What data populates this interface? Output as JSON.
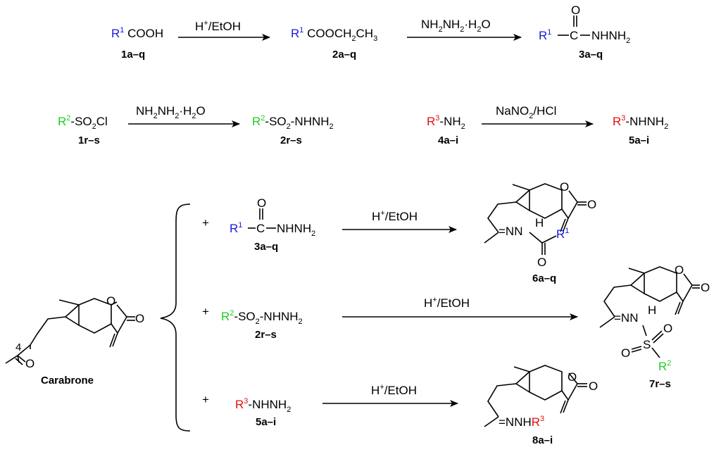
{
  "colors": {
    "r1": "#1a1adc",
    "r2": "#22cc22",
    "r3": "#e01010"
  },
  "row1": {
    "start": {
      "r": "R",
      "sup": "1",
      "text": " COOH",
      "label": "1a–q"
    },
    "arrow1": {
      "h": "H",
      "plus": "+",
      "text": "/EtOH"
    },
    "mid": {
      "r": "R",
      "sup": "1",
      "text": " COOCH",
      "sub": "2",
      "text2": "CH",
      "sub2": "3",
      "label": "2a–q"
    },
    "arrow2": {
      "a": "NH",
      "s1": "2",
      "b": "NH",
      "s2": "2",
      "c": "·H",
      "s3": "2",
      "d": "O"
    },
    "end": {
      "r": "R",
      "sup": "1",
      "o": "O",
      "c": "C",
      "tail": "NHNH",
      "sub": "2",
      "label": "3a–q"
    }
  },
  "row2": {
    "start": {
      "r": "R",
      "sup": "2",
      "text": "-SO",
      "sub": "2",
      "text2": "Cl",
      "label": "1r–s"
    },
    "arrow": {
      "a": "NH",
      "s1": "2",
      "b": "NH",
      "s2": "2",
      "c": "·H",
      "s3": "2",
      "d": "O"
    },
    "end": {
      "r": "R",
      "sup": "2",
      "text": "-SO",
      "sub": "2",
      "text2": "-NHNH",
      "sub2": "2",
      "label": "2r–s"
    },
    "start2": {
      "r": "R",
      "sup": "3",
      "text": "-NH",
      "sub": "2",
      "label": "4a–i"
    },
    "arrow2": {
      "a": "NaNO",
      "s1": "2",
      "b": "/HCl"
    },
    "end2": {
      "r": "R",
      "sup": "3",
      "text": "-NHNH",
      "sub": "2",
      "label": "5a–i"
    }
  },
  "carabrone": {
    "label": "Carabrone",
    "o1": "O",
    "o2": "O",
    "o3": "O",
    "num": "4"
  },
  "branches": {
    "plus": "+",
    "b1": {
      "r": "R",
      "sup": "1",
      "o": "O",
      "c": "C",
      "tail": "NHNH",
      "sub": "2",
      "label": "3a–q",
      "arrow": {
        "h": "H",
        "plus": "+",
        "text": "/EtOH"
      },
      "product": {
        "nn": "=NN",
        "h": "H",
        "o": "O",
        "r": "R",
        "sup": "1",
        "ro1": "O",
        "ro2": "O",
        "label": "6a–q"
      }
    },
    "b2": {
      "r": "R",
      "sup": "2",
      "text": "-SO",
      "sub": "2",
      "text2": "-NHNH",
      "sub2": "2",
      "label": "2r–s",
      "arrow": {
        "h": "H",
        "plus": "+",
        "text": "/EtOH"
      },
      "product": {
        "nn": "=NN",
        "h": "H",
        "s": "S",
        "o1": "O",
        "o2": "O",
        "r": "R",
        "sup": "2",
        "ro1": "O",
        "ro2": "O",
        "label": "7r–s"
      }
    },
    "b3": {
      "r": "R",
      "sup": "3",
      "text": "-NHNH",
      "sub": "2",
      "label": "5a–i",
      "arrow": {
        "h": "H",
        "plus": "+",
        "text": "/EtOH"
      },
      "product": {
        "nn": "=NNH",
        "r": "R",
        "sup": "3",
        "ro1": "O",
        "ro2": "O",
        "label": "8a–i"
      }
    }
  }
}
